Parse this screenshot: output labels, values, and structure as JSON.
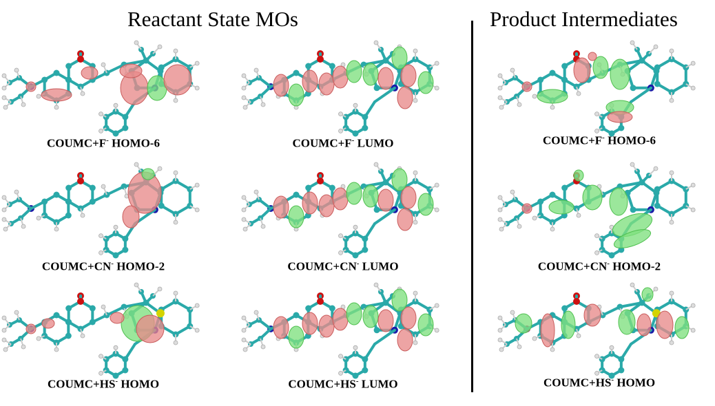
{
  "titles": {
    "left": "Reactant State MOs",
    "right": "Product Intermediates"
  },
  "panels": [
    {
      "id": "r1c1",
      "caption_main": "COUMC+F",
      "caption_sup": "-",
      "caption_tail": " HOMO-6",
      "variant": 1
    },
    {
      "id": "r1c2",
      "caption_main": "COUMC+F",
      "caption_sup": "-",
      "caption_tail": " LUMO",
      "variant": 2
    },
    {
      "id": "r1c3",
      "caption_main": "COUMC+F",
      "caption_sup": "-",
      "caption_tail": " HOMO-6",
      "variant": 3
    },
    {
      "id": "r2c1",
      "caption_main": "COUMC+CN",
      "caption_sup": "-",
      "caption_tail": " HOMO-2",
      "variant": 4
    },
    {
      "id": "r2c2",
      "caption_main": "COUMC+CN",
      "caption_sup": "-",
      "caption_tail": " LUMO",
      "variant": 2
    },
    {
      "id": "r2c3",
      "caption_main": "COUMC+CN",
      "caption_sup": "-",
      "caption_tail": " HOMO-2",
      "variant": 5
    },
    {
      "id": "r3c1",
      "caption_main": "COUMC+HS",
      "caption_sup": "-",
      "caption_tail": " HOMO",
      "variant": 6
    },
    {
      "id": "r3c2",
      "caption_main": "COUMC+HS",
      "caption_sup": "-",
      "caption_tail": " LUMO",
      "variant": 2
    },
    {
      "id": "r3c3",
      "caption_main": "COUMC+HS",
      "caption_sup": "-",
      "caption_tail": " HOMO",
      "variant": 7
    }
  ],
  "colors": {
    "lobe_positive": "#e88b8b",
    "lobe_negative": "#7fe07f",
    "bond": "#2aa9a9",
    "carbon": "#2aa9a9",
    "hydrogen": "#dddddd",
    "oxygen": "#cc1111",
    "nitrogen": "#1a1aa8"
  }
}
